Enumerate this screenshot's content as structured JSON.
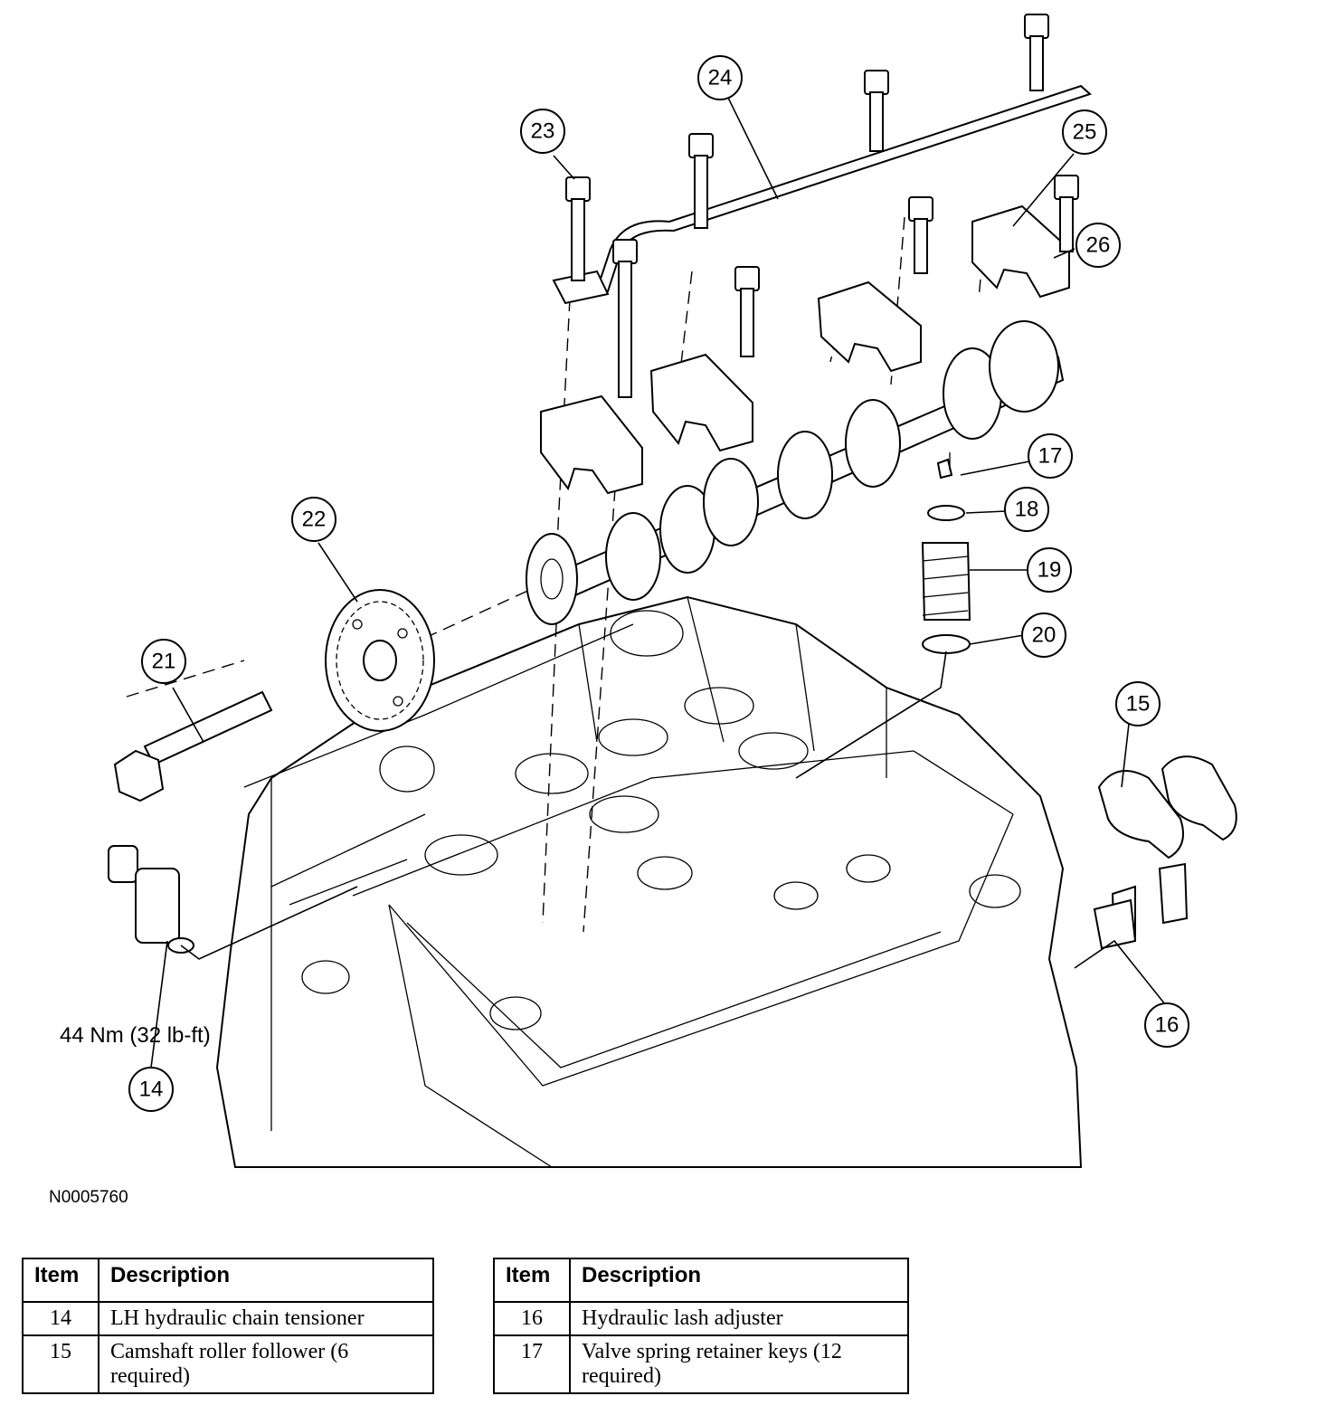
{
  "callouts": {
    "c14": "14",
    "c15": "15",
    "c16": "16",
    "c17": "17",
    "c18": "18",
    "c19": "19",
    "c20": "20",
    "c21": "21",
    "c22": "22",
    "c23": "23",
    "c24": "24",
    "c25": "25",
    "c26": "26"
  },
  "torque_label": "44 Nm (32 lb-ft)",
  "figure_id": "N0005760",
  "legend_left": {
    "header_item": "Item",
    "header_description": "Description",
    "rows": [
      {
        "item": "14",
        "description": "LH hydraulic chain tensioner"
      },
      {
        "item": "15",
        "description": "Camshaft roller follower (6 required)"
      }
    ]
  },
  "legend_right": {
    "header_item": "Item",
    "header_description": "Description",
    "rows": [
      {
        "item": "16",
        "description": "Hydraulic lash adjuster"
      },
      {
        "item": "17",
        "description": "Valve spring retainer keys (12 required)"
      }
    ]
  }
}
